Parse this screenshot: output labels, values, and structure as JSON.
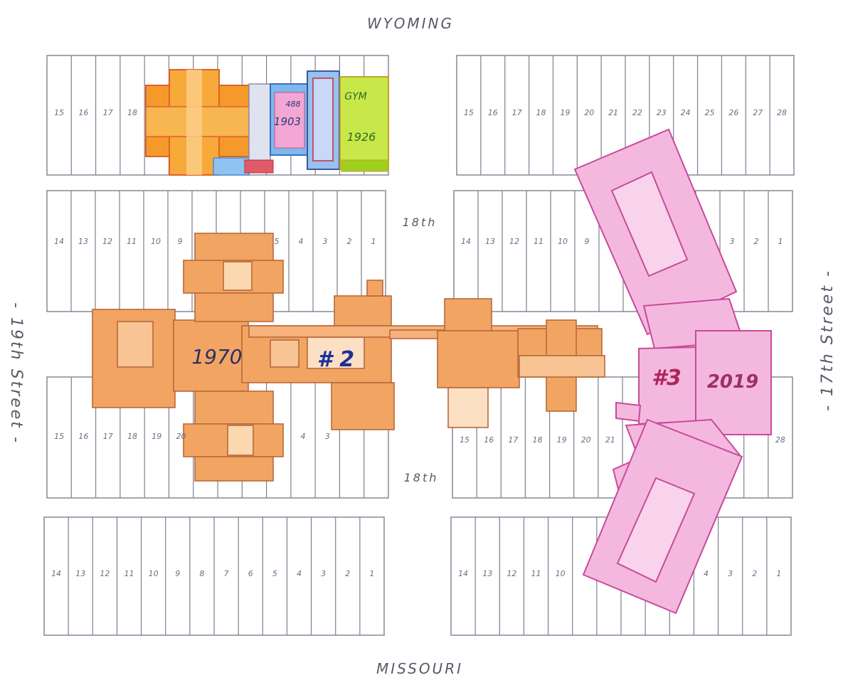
{
  "streets": {
    "north": "WYOMING",
    "south": "MISSOURI",
    "west": "- 19th Street -",
    "east": "- 17th Street -",
    "alley_north": "18th",
    "alley_south": "18th"
  },
  "buildings": {
    "old_school": {
      "gym_label": "GYM",
      "gym_year": "1926",
      "year": "1903",
      "tag": "488"
    },
    "school_2": {
      "year": "1970",
      "number": "# 2"
    },
    "school_3": {
      "number": "#3",
      "year": "2019"
    }
  },
  "lot_numbers": {
    "nw_block": [
      "15",
      "16",
      "17",
      "18"
    ],
    "ne_block": [
      "15",
      "16",
      "17",
      "18",
      "19",
      "20",
      "21",
      "22",
      "23",
      "24",
      "25",
      "26",
      "27",
      "28"
    ],
    "w_mid_top": [
      "14",
      "13",
      "12",
      "11",
      "10",
      "9",
      "5",
      "4",
      "3",
      "2",
      "1"
    ],
    "e_mid_top": [
      "14",
      "13",
      "12",
      "11",
      "10",
      "9",
      "3",
      "2",
      "1"
    ],
    "w_mid_bottom": [
      "15",
      "16",
      "17",
      "18",
      "19",
      "20",
      "4",
      "3"
    ],
    "e_mid_bottom": [
      "15",
      "16",
      "17",
      "18",
      "19",
      "20",
      "21",
      "28"
    ],
    "sw_block": [
      "14",
      "13",
      "12",
      "11",
      "10",
      "9",
      "8",
      "7",
      "6",
      "5",
      "4",
      "3",
      "2",
      "1"
    ],
    "se_block": [
      "14",
      "13",
      "12",
      "11",
      "10",
      "4",
      "3",
      "2",
      "1"
    ]
  },
  "colors": {
    "school_2": "#f2a562",
    "school_3": "#f4b8df",
    "old_orange": "#f59a2a",
    "gym_green": "#c8e84a",
    "old_blue": "#7fb8ec",
    "lot_lines": "#7d7f92"
  }
}
